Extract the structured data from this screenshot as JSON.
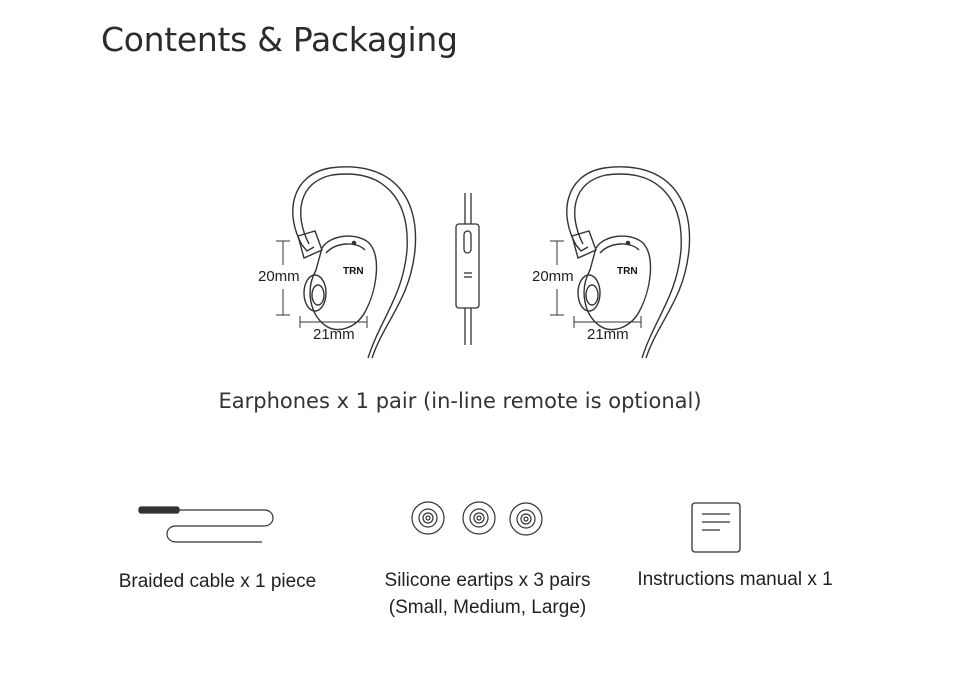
{
  "page": {
    "title": "Contents & Packaging"
  },
  "earphones": {
    "caption": "Earphones x 1 pair (in-line remote is optional)",
    "logo": "TRN",
    "height_label": "20mm",
    "width_label": "21mm"
  },
  "items": [
    {
      "id": "cable",
      "line1": "Braided cable x 1 piece",
      "line2": ""
    },
    {
      "id": "eartips",
      "line1": "Silicone eartips x 3 pairs",
      "line2": "(Small, Medium, Large)"
    },
    {
      "id": "manual",
      "line1": "Instructions manual x 1",
      "line2": ""
    }
  ],
  "colors": {
    "line": "#333333",
    "text": "#222222"
  },
  "icons": [
    "earphone-left-icon",
    "inline-remote-icon",
    "earphone-right-icon",
    "cable-icon",
    "eartip-icon",
    "manual-icon"
  ]
}
